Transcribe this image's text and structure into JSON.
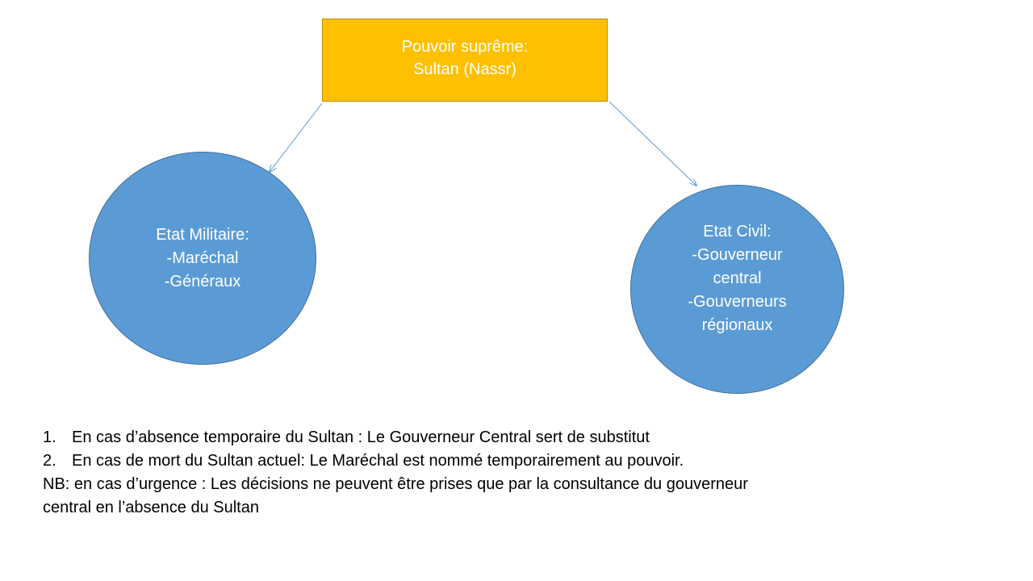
{
  "top_box": {
    "line1": "Pouvoir suprême:",
    "line2": "Sultan (Nassr)"
  },
  "military": {
    "title": "Etat Militaire:",
    "items": [
      "-Maréchal",
      "-Généraux"
    ]
  },
  "civil": {
    "title": "Etat Civil:",
    "lines": [
      "-Gouverneur",
      "central",
      "-Gouverneurs",
      "régionaux"
    ]
  },
  "notes": {
    "items": [
      {
        "num": "1.",
        "text": "En cas d’absence temporaire du Sultan : Le Gouverneur Central sert de substitut"
      },
      {
        "num": "2.",
        "text": "En cas de mort du Sultan actuel: Le Maréchal est nommé temporairement au pouvoir."
      }
    ],
    "nb_line1": "NB: en cas d’urgence : Les décisions ne peuvent être prises que par la consultance du gouverneur",
    "nb_line2": "central en l’absence du Sultan"
  },
  "colors": {
    "top_box_fill": "#ffc000",
    "circle_fill": "#5b9bd5",
    "connector": "#5b9bd5"
  }
}
